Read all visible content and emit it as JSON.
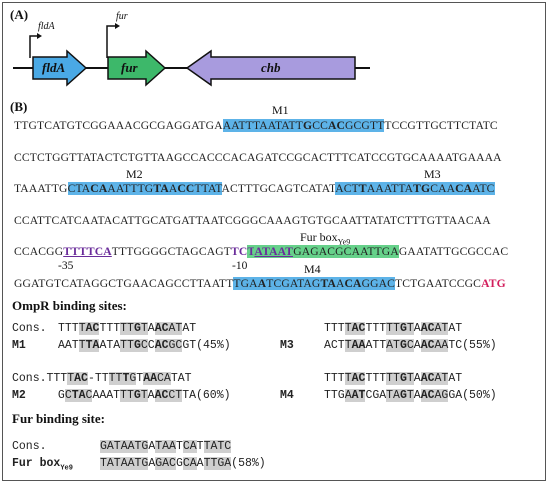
{
  "panel_a": {
    "label": "(A)",
    "genes": [
      {
        "name": "fldA",
        "color": "#4aa9e5"
      },
      {
        "name": "fur",
        "color": "#3db86a"
      },
      {
        "name": "chb",
        "color": "#a89bde"
      }
    ],
    "promoters": [
      "fldA",
      "fur"
    ]
  },
  "panel_b": {
    "label": "(B)",
    "lines": [
      "TTGTCATGTCGGAAACGCGAGGATGAAATTTAATATTGCCACGCGTTTCCGTTGCTTCTATC",
      "CCTCTGGTTATACTCTGTTAAGCCACCCACAGATCCGCACTTTCATCCGTGCAAAATGAAAA",
      "TAAATTGCTACAAATTTGTAACCTTATACTTTGCAGTCATATACTTAAATTATGCAACAATC",
      "CCATTCATCAATACATTGCATGATTAATCGGGCAAAGTGTGCAATTATATCTTTGTTAACAA",
      "CCACGGTTTTCATTTGGGGCTAGCAGTTCTATAATGAGACGCAATTGAGAATATTGCGCCAC",
      "GGATGTCATAGGCTGAACAGCCTTAATTTGAATCGATAGTAACAGGACTCTGAATCCGCATG"
    ],
    "site_labels": {
      "m1": "M1",
      "m2": "M2",
      "m3": "M3",
      "m4": "M4",
      "fur_box": "Fur box",
      "fur_sub": "Ye9"
    },
    "promoter_labels": {
      "minus35": "-35",
      "minus10": "-10"
    }
  },
  "ompr": {
    "title": "OmpR binding sites:",
    "cons_label": "Cons.",
    "cons_seq": "TTTTACTTTTTGTAACATAT",
    "cons_seq_gap": "TTTTAC-TTTTTGTAACATAT",
    "sites": [
      {
        "label": "M1",
        "seq": "AATTTAATATTGCCACGCGT",
        "pct": "(45%)"
      },
      {
        "label": "M3",
        "seq": "ACTTAAATTATGCAACAATC",
        "pct": "(55%)"
      },
      {
        "label": "M2",
        "seq": "GCTACAAATTTGTAACCTTA",
        "pct": "(60%)"
      },
      {
        "label": "M4",
        "seq": "TTGAATCGATAGTAACAGGA",
        "pct": "(50%)"
      }
    ]
  },
  "fur_site": {
    "title": "Fur binding site:",
    "cons_label": "Cons.",
    "cons_seq": "GATAATGATAATCATTATC",
    "box_label": "Fur box",
    "box_sub": "Ye9",
    "box_seq": "TATAATGAGACGCAATTGA",
    "pct": "(58%)"
  }
}
